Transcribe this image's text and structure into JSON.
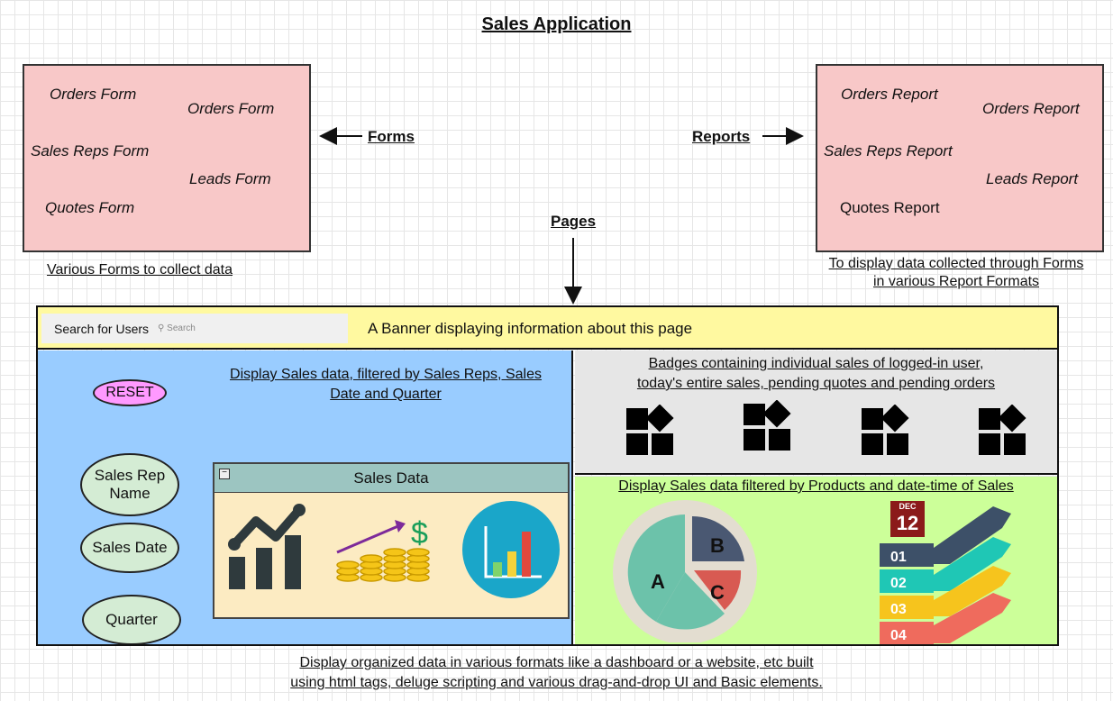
{
  "title": "Sales Application",
  "forms_box": {
    "items": [
      "Orders Form",
      "Orders Form",
      "Sales Reps Form",
      "Leads Form",
      "Quotes Form"
    ],
    "caption": "Various Forms to collect data"
  },
  "reports_box": {
    "items": [
      "Orders Report",
      "Orders Report",
      "Sales Reps Report",
      "Leads Report",
      "Quotes Report"
    ],
    "caption_line1": "To display data collected through Forms",
    "caption_line2": "in various Report Formats"
  },
  "arrows": {
    "forms": "Forms",
    "reports": "Reports",
    "pages": "Pages"
  },
  "page": {
    "search_label": "Search for Users",
    "search_placeholder": "Search",
    "banner_text": "A Banner displaying information about this page",
    "blue_panel": {
      "heading_line1": "Display Sales data, filtered by Sales Reps, Sales",
      "heading_line2": "Date and Quarter",
      "reset_label": "RESET",
      "filters": [
        "Sales Rep Name",
        "Sales Date",
        "Quarter"
      ],
      "widget_title": "Sales Data",
      "widget_collapse_symbol": "−"
    },
    "grey_panel": {
      "heading_line1": "Badges containing individual sales of logged-in user,",
      "heading_line2": "today's entire sales, pending quotes and pending orders",
      "badge_icon": "widgets-icon"
    },
    "green_panel": {
      "heading": "Display Sales data filtered by Products and date-time of Sales",
      "pie_labels": [
        "A",
        "B",
        "C"
      ],
      "calendar_month": "DEC",
      "calendar_day": "12",
      "steps": [
        "01",
        "02",
        "03",
        "04"
      ]
    }
  },
  "footer_line1": "Display organized data in various formats like a dashboard or a website, etc built",
  "footer_line2": "using html tags, deluge scripting and various drag-and-drop UI and Basic elements.",
  "colors": {
    "pink": "#f8c8c8",
    "yellow": "#fff9a0",
    "blue": "#99ccff",
    "grey": "#e6e6e6",
    "green": "#ccff99",
    "ellipse": "#d4ecd4",
    "reset": "#ff99ff",
    "widget": "#fcebc2"
  }
}
